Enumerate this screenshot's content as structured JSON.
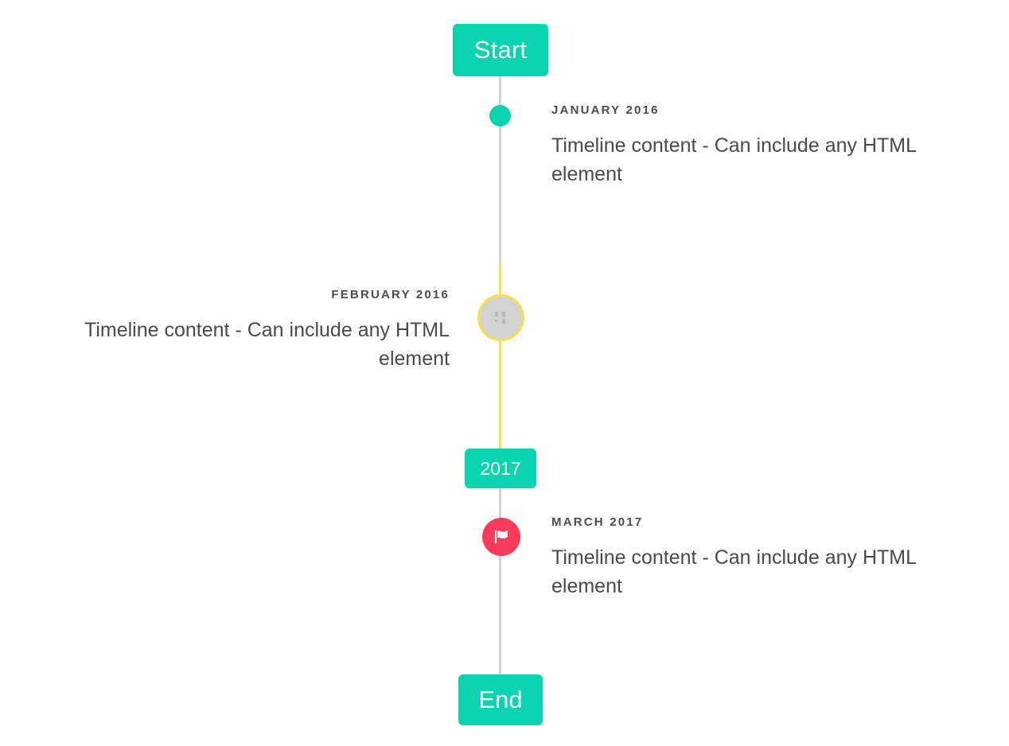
{
  "timeline": {
    "start_label": "Start",
    "end_label": "End",
    "year_marker": "2017",
    "entries": [
      {
        "date": "JANUARY 2016",
        "body": "Timeline content - Can include any HTML element",
        "side": "right",
        "marker": "dot-icon",
        "marker_color": "#0ad4b0"
      },
      {
        "date": "FEBRUARY 2016",
        "body": "Timeline content - Can include any HTML element",
        "side": "left",
        "marker": "image-placeholder-icon",
        "marker_color": "#d2d2d2",
        "marker_ring_color": "#fcdd4b"
      },
      {
        "date": "MARCH 2017",
        "body": "Timeline content - Can include any HTML element",
        "side": "right",
        "marker": "flag-icon",
        "marker_color": "#fb3b5c"
      }
    ],
    "colors": {
      "accent_teal": "#0ad4b0",
      "accent_yellow": "#fcdd4b",
      "accent_pink": "#fb3b5c",
      "rail_grey": "#d3d3d3",
      "text": "#4a4a4a"
    }
  }
}
